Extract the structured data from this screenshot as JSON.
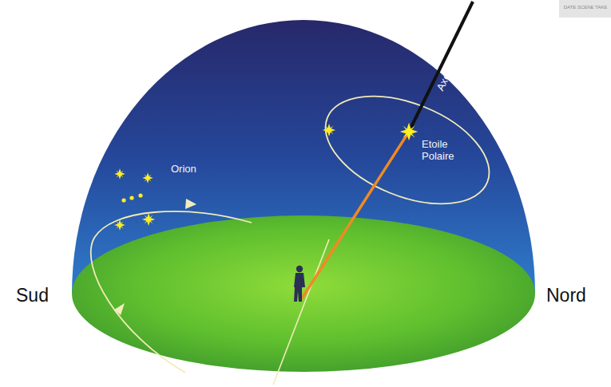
{
  "diagram": {
    "labels": [
      "Axe de la rotation apparente",
      "Etoile Polaire",
      "Orion",
      "Sud",
      "Nord",
      "DATE SCENE TAKE"
    ]
  }
}
